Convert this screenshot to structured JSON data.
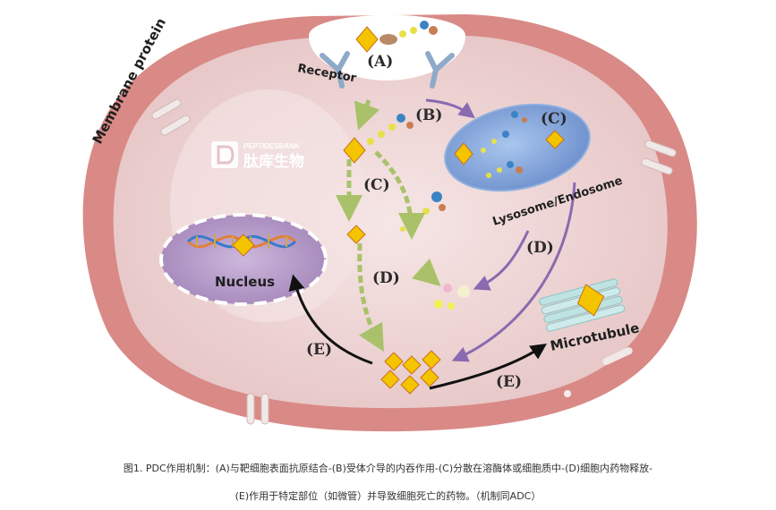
{
  "diagram": {
    "labels": {
      "membrane_protein": "Membrane protein",
      "receptor": "Receptor",
      "lysosome": "Lysosome/Endosome",
      "nucleus": "Nucleus",
      "microtubule": "Microtubule"
    },
    "steps": {
      "a": "(A)",
      "b": "(B)",
      "c_vesicle": "(C)",
      "c_cytoplasm": "(C)",
      "d_cytoplasm": "(D)",
      "d_lysosome": "(D)",
      "e_nucleus": "(E)",
      "e_microtubule": "(E)"
    },
    "logo": {
      "brand_en": "PEPTIDESBANK",
      "brand_cn": "肽库生物"
    }
  },
  "caption": {
    "line1": "图1. PDC作用机制：(A)与靶细胞表面抗原结合-(B)受体介导的内吞作用-(C)分散在溶酶体或细胞质中-(D)细胞内药物释放-",
    "line2": "(E)作用于特定部位（如微管）并导致细胞死亡的药物。（机制同ADC）"
  },
  "colors": {
    "membrane": "#d98a86",
    "cytoplasm": "#eed6d6",
    "vesicle": "#7d9ed6",
    "nucleus": "#b59bc8",
    "green_arrow": "#a9c26a",
    "purple_arrow": "#8a6ab0",
    "black_arrow": "#111111"
  }
}
